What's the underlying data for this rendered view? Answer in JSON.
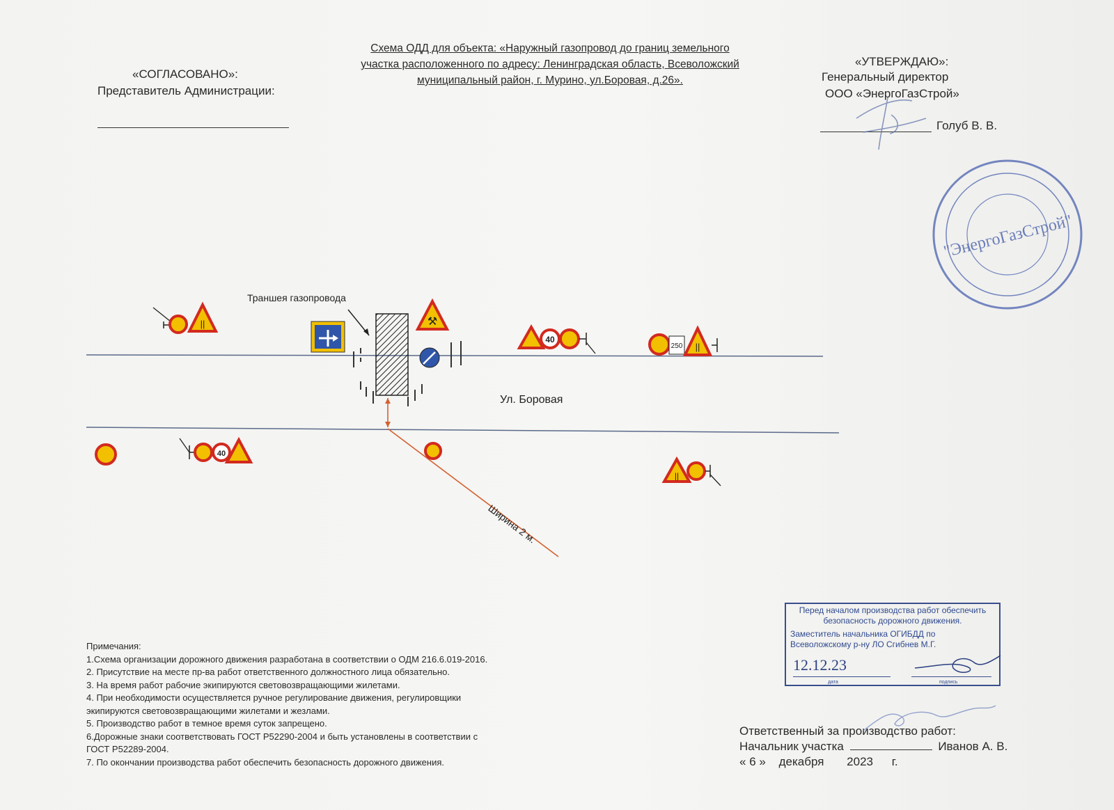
{
  "header": {
    "left_line1": "«СОГЛАСОВАНО»:",
    "left_line2": "Представитель Администрации:",
    "right_line1": "«УТВЕРЖДАЮ»:",
    "right_line2": "Генеральный директор",
    "right_line3": "ООО «ЭнергоГазСтрой»",
    "right_name": "Голуб В. В."
  },
  "title": {
    "line1": "Схема ОДД для объекта: «Наружный газопровод до границ земельного",
    "line2": "участка расположенного по адресу: Ленинградская область, Всеволожский",
    "line3": "муниципальный район, г. Мурино, ул.Боровая, д.26»."
  },
  "seal": {
    "text": "\"ЭнергоГазСтрой\""
  },
  "diagram": {
    "trench_label": "Траншея газопровода",
    "street_label": "Ул. Боровая",
    "width_label": "Ширина 2 м.",
    "speed_limit": "40",
    "distance_plate": "250"
  },
  "notes": {
    "heading": "Примечания:",
    "items": [
      "1.Схема организации дорожного движения разработана в соответствии о ОДМ 216.6.019-2016.",
      "2. Присутствие на месте пр-ва работ ответственного должностного лица обязательно.",
      "3. На время работ рабочие экипируются  световозвращающими жилетами.",
      "4. При необходимости осуществляется ручное регулирование движения, регулировщики",
      "экипируются световозвращающими жилетами и жезлами.",
      "5. Производство работ в темное время суток запрещено.",
      "6.Дорожные знаки соответствовать ГОСТ Р52290-2004 и быть установлены в соответствии с",
      "ГОСТ Р52289-2004.",
      "7. По окончании производства работ обеспечить безопасность дорожного движения."
    ]
  },
  "stamp_box": {
    "line1": "Перед началом производства работ обеспечить",
    "line2": "безопасность дорожного движения.",
    "line3": "Заместитель начальника ОГИБДД по",
    "line4": "Всеволожскому р-ну ЛО Сгибнев М.Г.",
    "date": "12.12.23",
    "date_caption": "дата",
    "sign_caption": "подпись"
  },
  "responsible": {
    "line1": "Ответственный за производство работ:",
    "line2_label": "Начальник участка",
    "line2_name": "Иванов А. В.",
    "day": "6",
    "month": "декабря",
    "year": "2023",
    "year_suffix": "г."
  },
  "colors": {
    "road_line": "#5a6a8a",
    "sign_red": "#d22a1f",
    "sign_yellow": "#f2c000",
    "stamp_blue": "#3a4e8c",
    "arrow_orange": "#d4602f"
  }
}
